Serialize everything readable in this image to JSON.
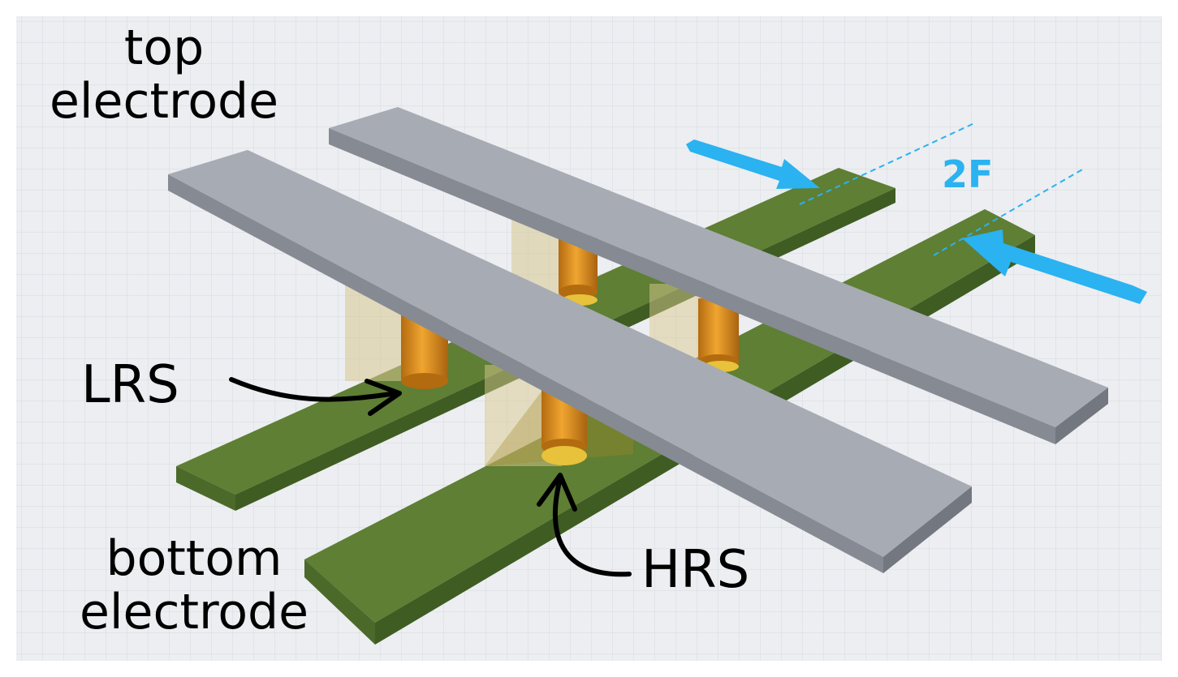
{
  "labels": {
    "top_electrode": [
      "top",
      "electrode"
    ],
    "bottom_electrode": [
      "bottom",
      "electrode"
    ],
    "lrs": "LRS",
    "hrs": "HRS",
    "feature": "2F"
  },
  "colors": {
    "electrode_top": "#a7abb4",
    "electrode_side": "#868a93",
    "electrode_front": "#737780",
    "bottom_top": "#5e7f34",
    "bottom_side": "#3f5c22",
    "filament": "#d98d1c",
    "filament_dark": "#b36b10",
    "hrs_cap": "#e8c23a",
    "cell_box": "#d9c98f",
    "dimension": "#2bb2f0",
    "text": "#000000",
    "grid_bg": "#eceef1",
    "grid_line": "#d6d9de"
  },
  "icons": [
    "label-arrow-lrs",
    "label-arrow-hrs",
    "dimension-arrow-in",
    "dimension-arrow-out"
  ]
}
